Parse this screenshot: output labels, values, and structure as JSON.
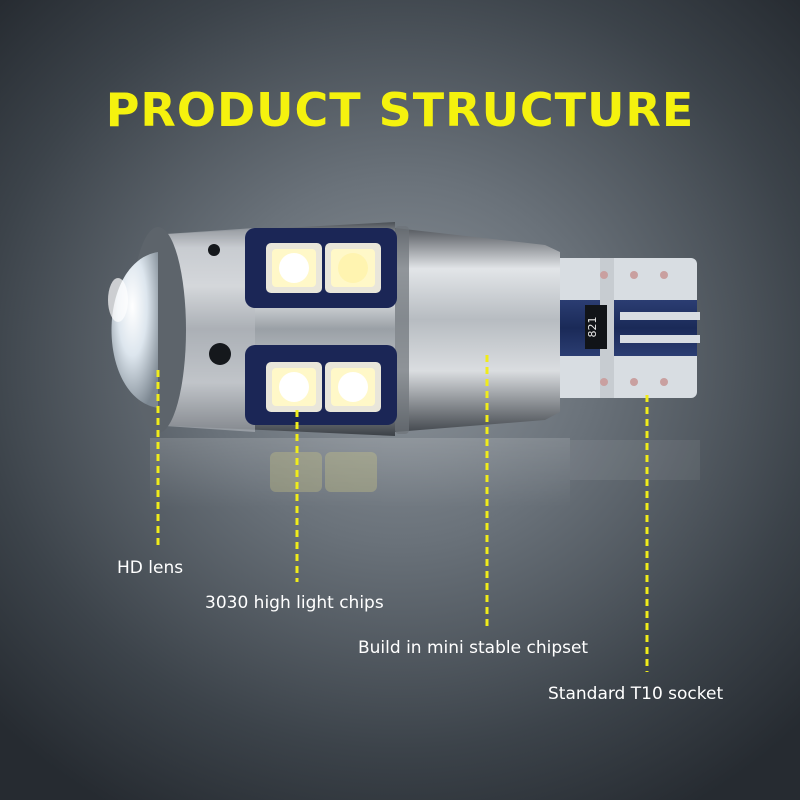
{
  "title": "PRODUCT STRUCTURE",
  "callouts": {
    "lens": "HD lens",
    "chips": "3030 high light chips",
    "chipset": "Build in mini stable chipset",
    "socket": "Standard T10 socket"
  },
  "socket_marking": "821",
  "colors": {
    "title": "#f5f20e",
    "callout_line": "#f0ec1a",
    "label_text": "#ffffff",
    "led_chip": "#fff8c8",
    "board": "#1c2c5a"
  }
}
